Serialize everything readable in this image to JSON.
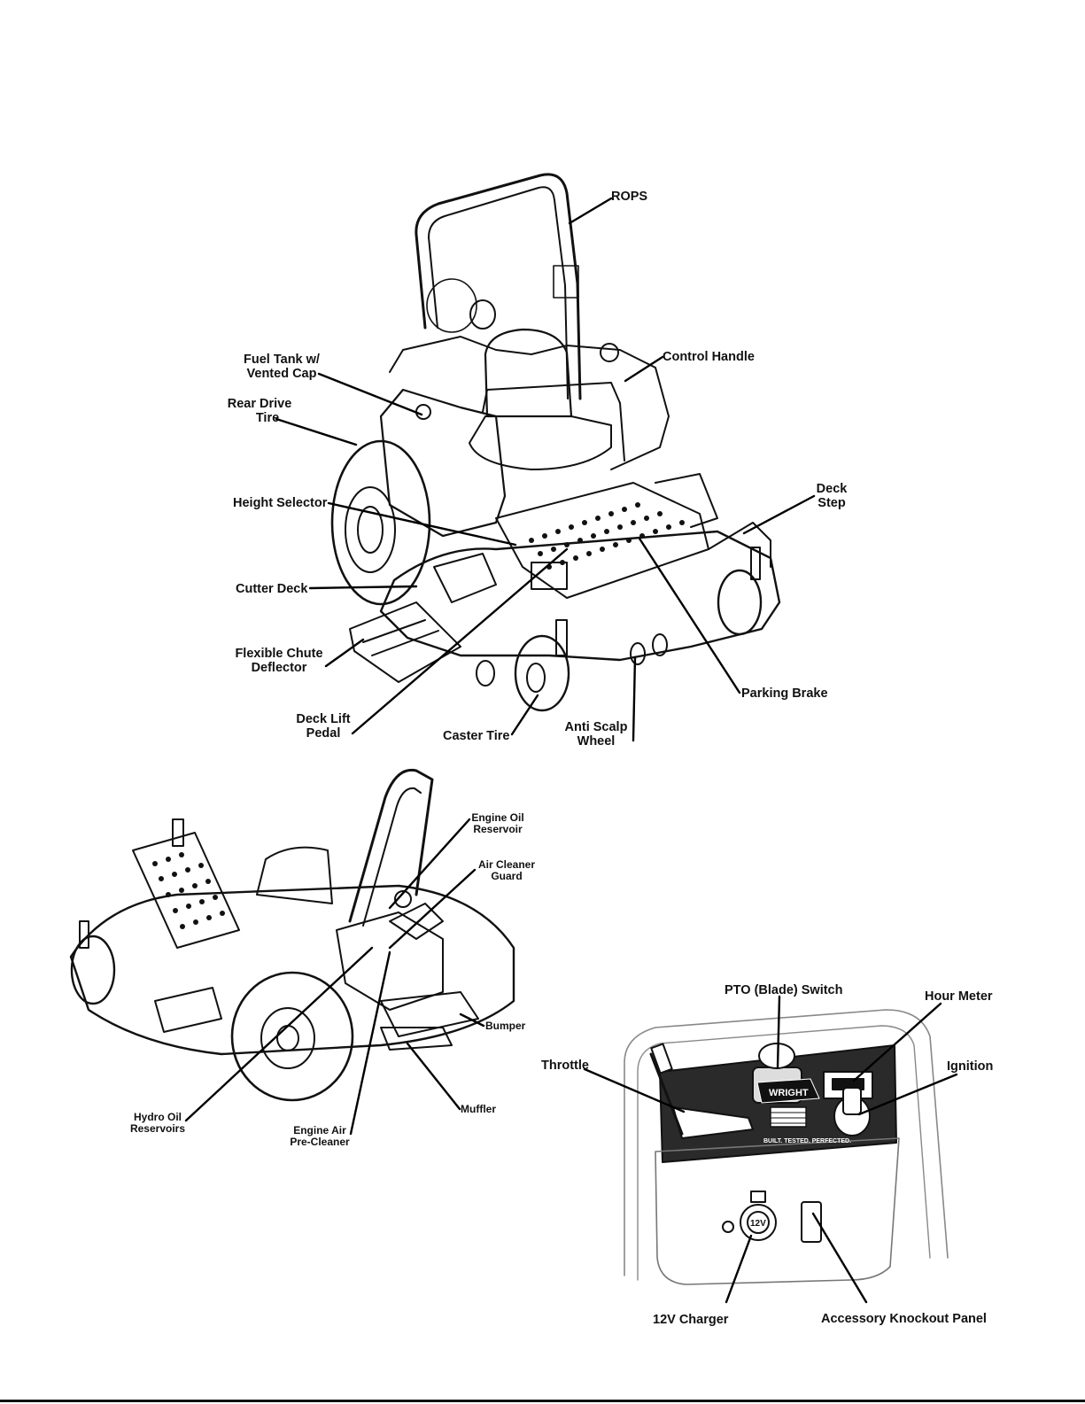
{
  "labels": {
    "rops": "ROPS",
    "fuel_tank_l1": "Fuel Tank w/",
    "fuel_tank_l2": "Vented Cap",
    "control_handle": "Control Handle",
    "rear_drive_l1": "Rear Drive",
    "rear_drive_l2": "Tire",
    "deck_step_l1": "Deck",
    "deck_step_l2": "Step",
    "height_selector": "Height Selector",
    "cutter_deck": "Cutter Deck",
    "chute_l1": "Flexible Chute",
    "chute_l2": "Deflector",
    "parking_brake": "Parking Brake",
    "deck_lift_l1": "Deck Lift",
    "deck_lift_l2": "Pedal",
    "caster_tire": "Caster Tire",
    "anti_scalp_l1": "Anti Scalp",
    "anti_scalp_l2": "Wheel",
    "engine_oil_l1": "Engine Oil",
    "engine_oil_l2": "Reservoir",
    "air_guard_l1": "Air Cleaner",
    "air_guard_l2": "Guard",
    "bumper": "Bumper",
    "muffler": "Muffler",
    "hydro_l1": "Hydro Oil",
    "hydro_l2": "Reservoirs",
    "pre_cleaner_l1": "Engine Air",
    "pre_cleaner_l2": "Pre-Cleaner",
    "pto_switch": "PTO (Blade) Switch",
    "hour_meter": "Hour Meter",
    "throttle": "Throttle",
    "ignition": "Ignition",
    "charger": "12V Charger",
    "knockout": "Accessory Knockout Panel"
  },
  "panel": {
    "brand": "WRIGHT",
    "slogan": "BUILT. TESTED. PERFECTED.",
    "charger_mark": "12V"
  }
}
